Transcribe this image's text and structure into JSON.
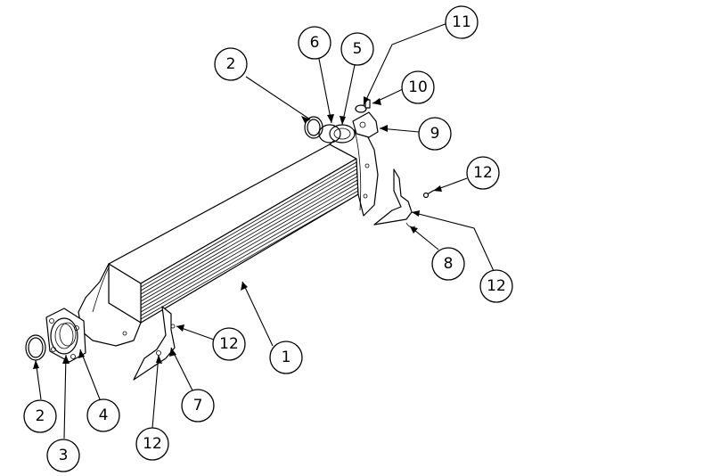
{
  "callouts": [
    {
      "id": "c1",
      "label": "1"
    },
    {
      "id": "c2a",
      "label": "2"
    },
    {
      "id": "c2b",
      "label": "2"
    },
    {
      "id": "c3",
      "label": "3"
    },
    {
      "id": "c4",
      "label": "4"
    },
    {
      "id": "c5",
      "label": "5"
    },
    {
      "id": "c6",
      "label": "6"
    },
    {
      "id": "c7",
      "label": "7"
    },
    {
      "id": "c8",
      "label": "8"
    },
    {
      "id": "c9",
      "label": "9"
    },
    {
      "id": "c10",
      "label": "10"
    },
    {
      "id": "c11",
      "label": "11"
    },
    {
      "id": "c12a",
      "label": "12"
    },
    {
      "id": "c12b",
      "label": "12"
    },
    {
      "id": "c12c",
      "label": "12"
    },
    {
      "id": "c12d",
      "label": "12"
    }
  ]
}
